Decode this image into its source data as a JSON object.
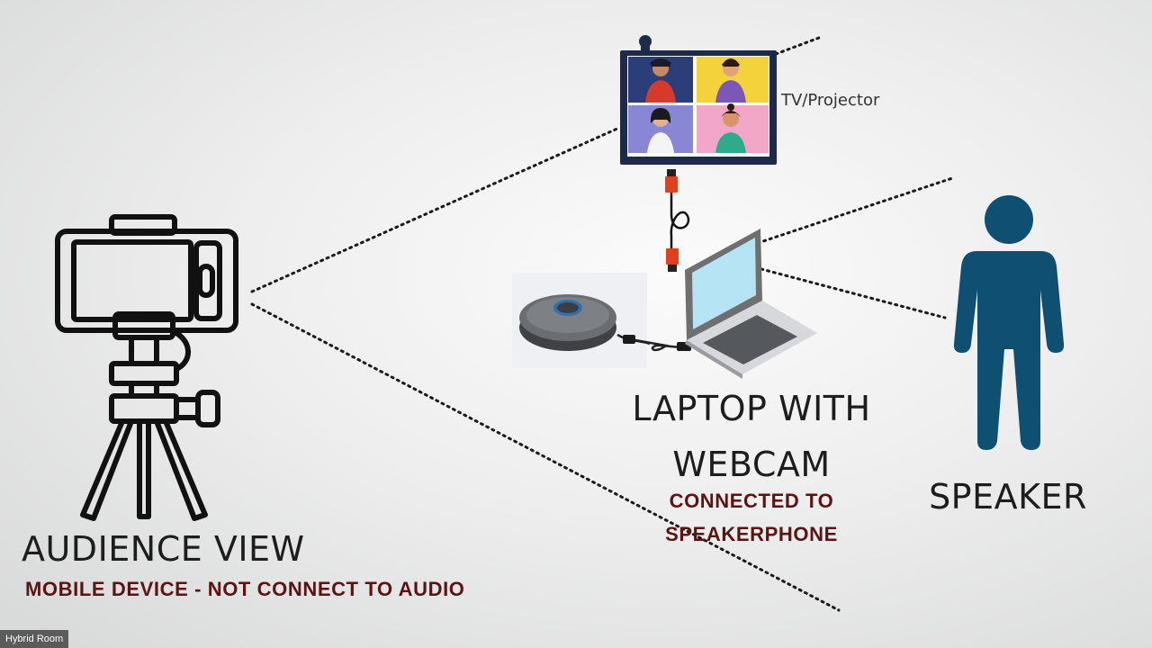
{
  "labels": {
    "tv_projector": "TV/Projector",
    "laptop_line1": "LAPTOP WITH",
    "laptop_line2": "WEBCAM",
    "laptop_sub_line1": "CONNECTED TO",
    "laptop_sub_line2": "SPEAKERPHONE",
    "speaker": "SPEAKER",
    "audience_title": "AUDIENCE VIEW",
    "audience_sub": "MOBILE DEVICE - NOT CONNECT TO AUDIO"
  },
  "badge": {
    "room_name": "Hybrid Room"
  },
  "icons": {
    "camera": "phone-on-tripod-icon",
    "tv": "video-conference-tv-icon",
    "cable": "hdmi-cable-icon",
    "speakerphone": "speakerphone-icon",
    "laptop": "laptop-icon",
    "person": "person-icon"
  },
  "colors": {
    "person": "#0e4f72",
    "subtitle_red": "#5a1414",
    "tv_frame": "#1e2a4a",
    "cable_orange": "#e0401a",
    "laptop_screen": "#b6e4f5"
  }
}
